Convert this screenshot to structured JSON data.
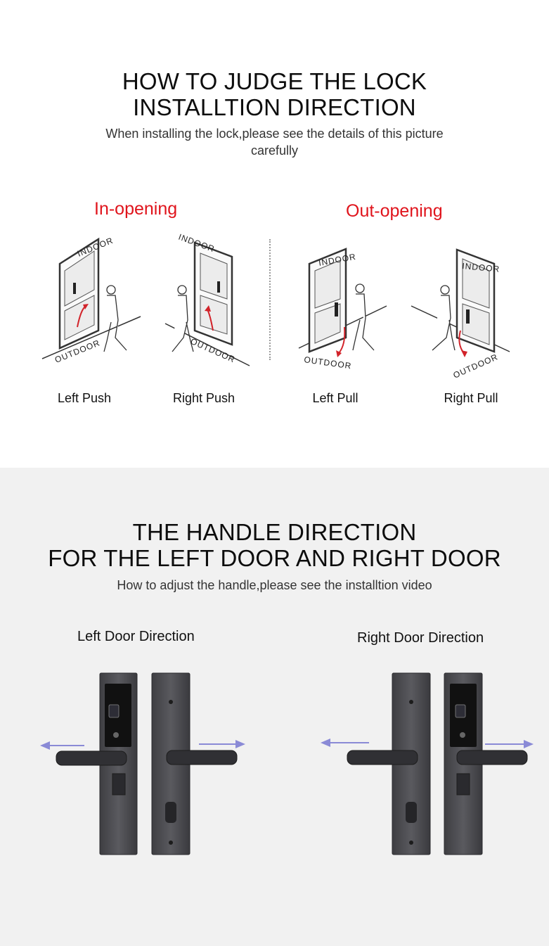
{
  "section1": {
    "title_line1": "HOW TO JUDGE THE LOCK",
    "title_line2": "INSTALLTION DIRECTION",
    "subtitle_line1": "When installing the lock,please see the details of this picture",
    "subtitle_line2": "carefully",
    "in_opening": "In-opening",
    "out_opening": "Out-opening",
    "indoor_label": "INDOOR",
    "outdoor_label": "OUTDOOR",
    "captions": [
      "Left Push",
      "Right Push",
      "Left Pull",
      "Right Pull"
    ]
  },
  "section2": {
    "title_line1": "THE HANDLE DIRECTION",
    "title_line2": "FOR THE LEFT DOOR AND RIGHT DOOR",
    "subtitle": "How to adjust the handle,please see the installtion video",
    "left_label": "Left Door Direction",
    "right_label": "Right Door Direction"
  },
  "colors": {
    "accent_red": "#e0141c",
    "arrow_blue": "#8a8ad6",
    "lock_body": "#4a4a4e"
  },
  "icons": [
    "door-diagram",
    "person-figure",
    "direction-arrow",
    "smart-lock-front",
    "smart-lock-back"
  ]
}
